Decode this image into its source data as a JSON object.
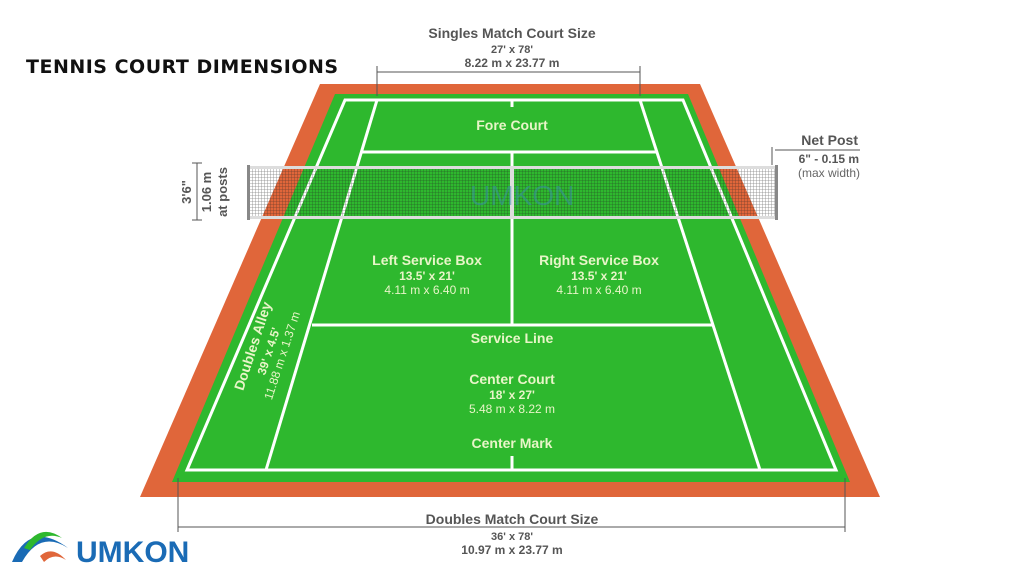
{
  "title": "TENNIS COURT DIMENSIONS",
  "colors": {
    "court": "#2eb82e",
    "surround": "#e0663a",
    "lines": "#ffffff",
    "label": "#e8f5c8",
    "dimension": "#555555",
    "logo": "#1a6bb5"
  },
  "singles": {
    "label": "Singles Match Court Size",
    "imperial": "27' x 78'",
    "metric": "8.22 m x 23.77 m"
  },
  "doubles": {
    "label": "Doubles Match Court Size",
    "imperial": "36' x 78'",
    "metric": "10.97 m x 23.77 m"
  },
  "net_height": {
    "imperial": "3'6\"",
    "metric": "1.06 m",
    "note": "at posts"
  },
  "net_post": {
    "label": "Net Post",
    "size": "6\" - 0.15 m",
    "note": "(max width)"
  },
  "fore_court": "Fore Court",
  "left_service_box": {
    "label": "Left Service Box",
    "imperial": "13.5' x 21'",
    "metric": "4.11 m x 6.40 m"
  },
  "right_service_box": {
    "label": "Right Service Box",
    "imperial": "13.5' x 21'",
    "metric": "4.11 m x 6.40 m"
  },
  "service_line": "Service Line",
  "center_court": {
    "label": "Center Court",
    "imperial": "18' x 27'",
    "metric": "5.48 m x 8.22 m"
  },
  "center_mark": "Center Mark",
  "doubles_alley": {
    "label": "Doubles Alley",
    "imperial": "39' x 4.5'",
    "metric": "11.88 m x 1.37 m"
  },
  "logo": "UMKON"
}
